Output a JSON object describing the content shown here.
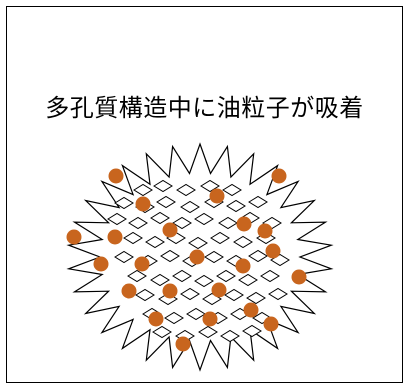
{
  "caption": "多孔質構造中に油粒子が吸着",
  "colors": {
    "oil_particle": "#c8651e",
    "outline": "#000000",
    "background": "#ffffff"
  },
  "figure": {
    "porous_body": "spiky-outline",
    "pores": "open-diamond",
    "oil_particles": "orange-dot"
  }
}
